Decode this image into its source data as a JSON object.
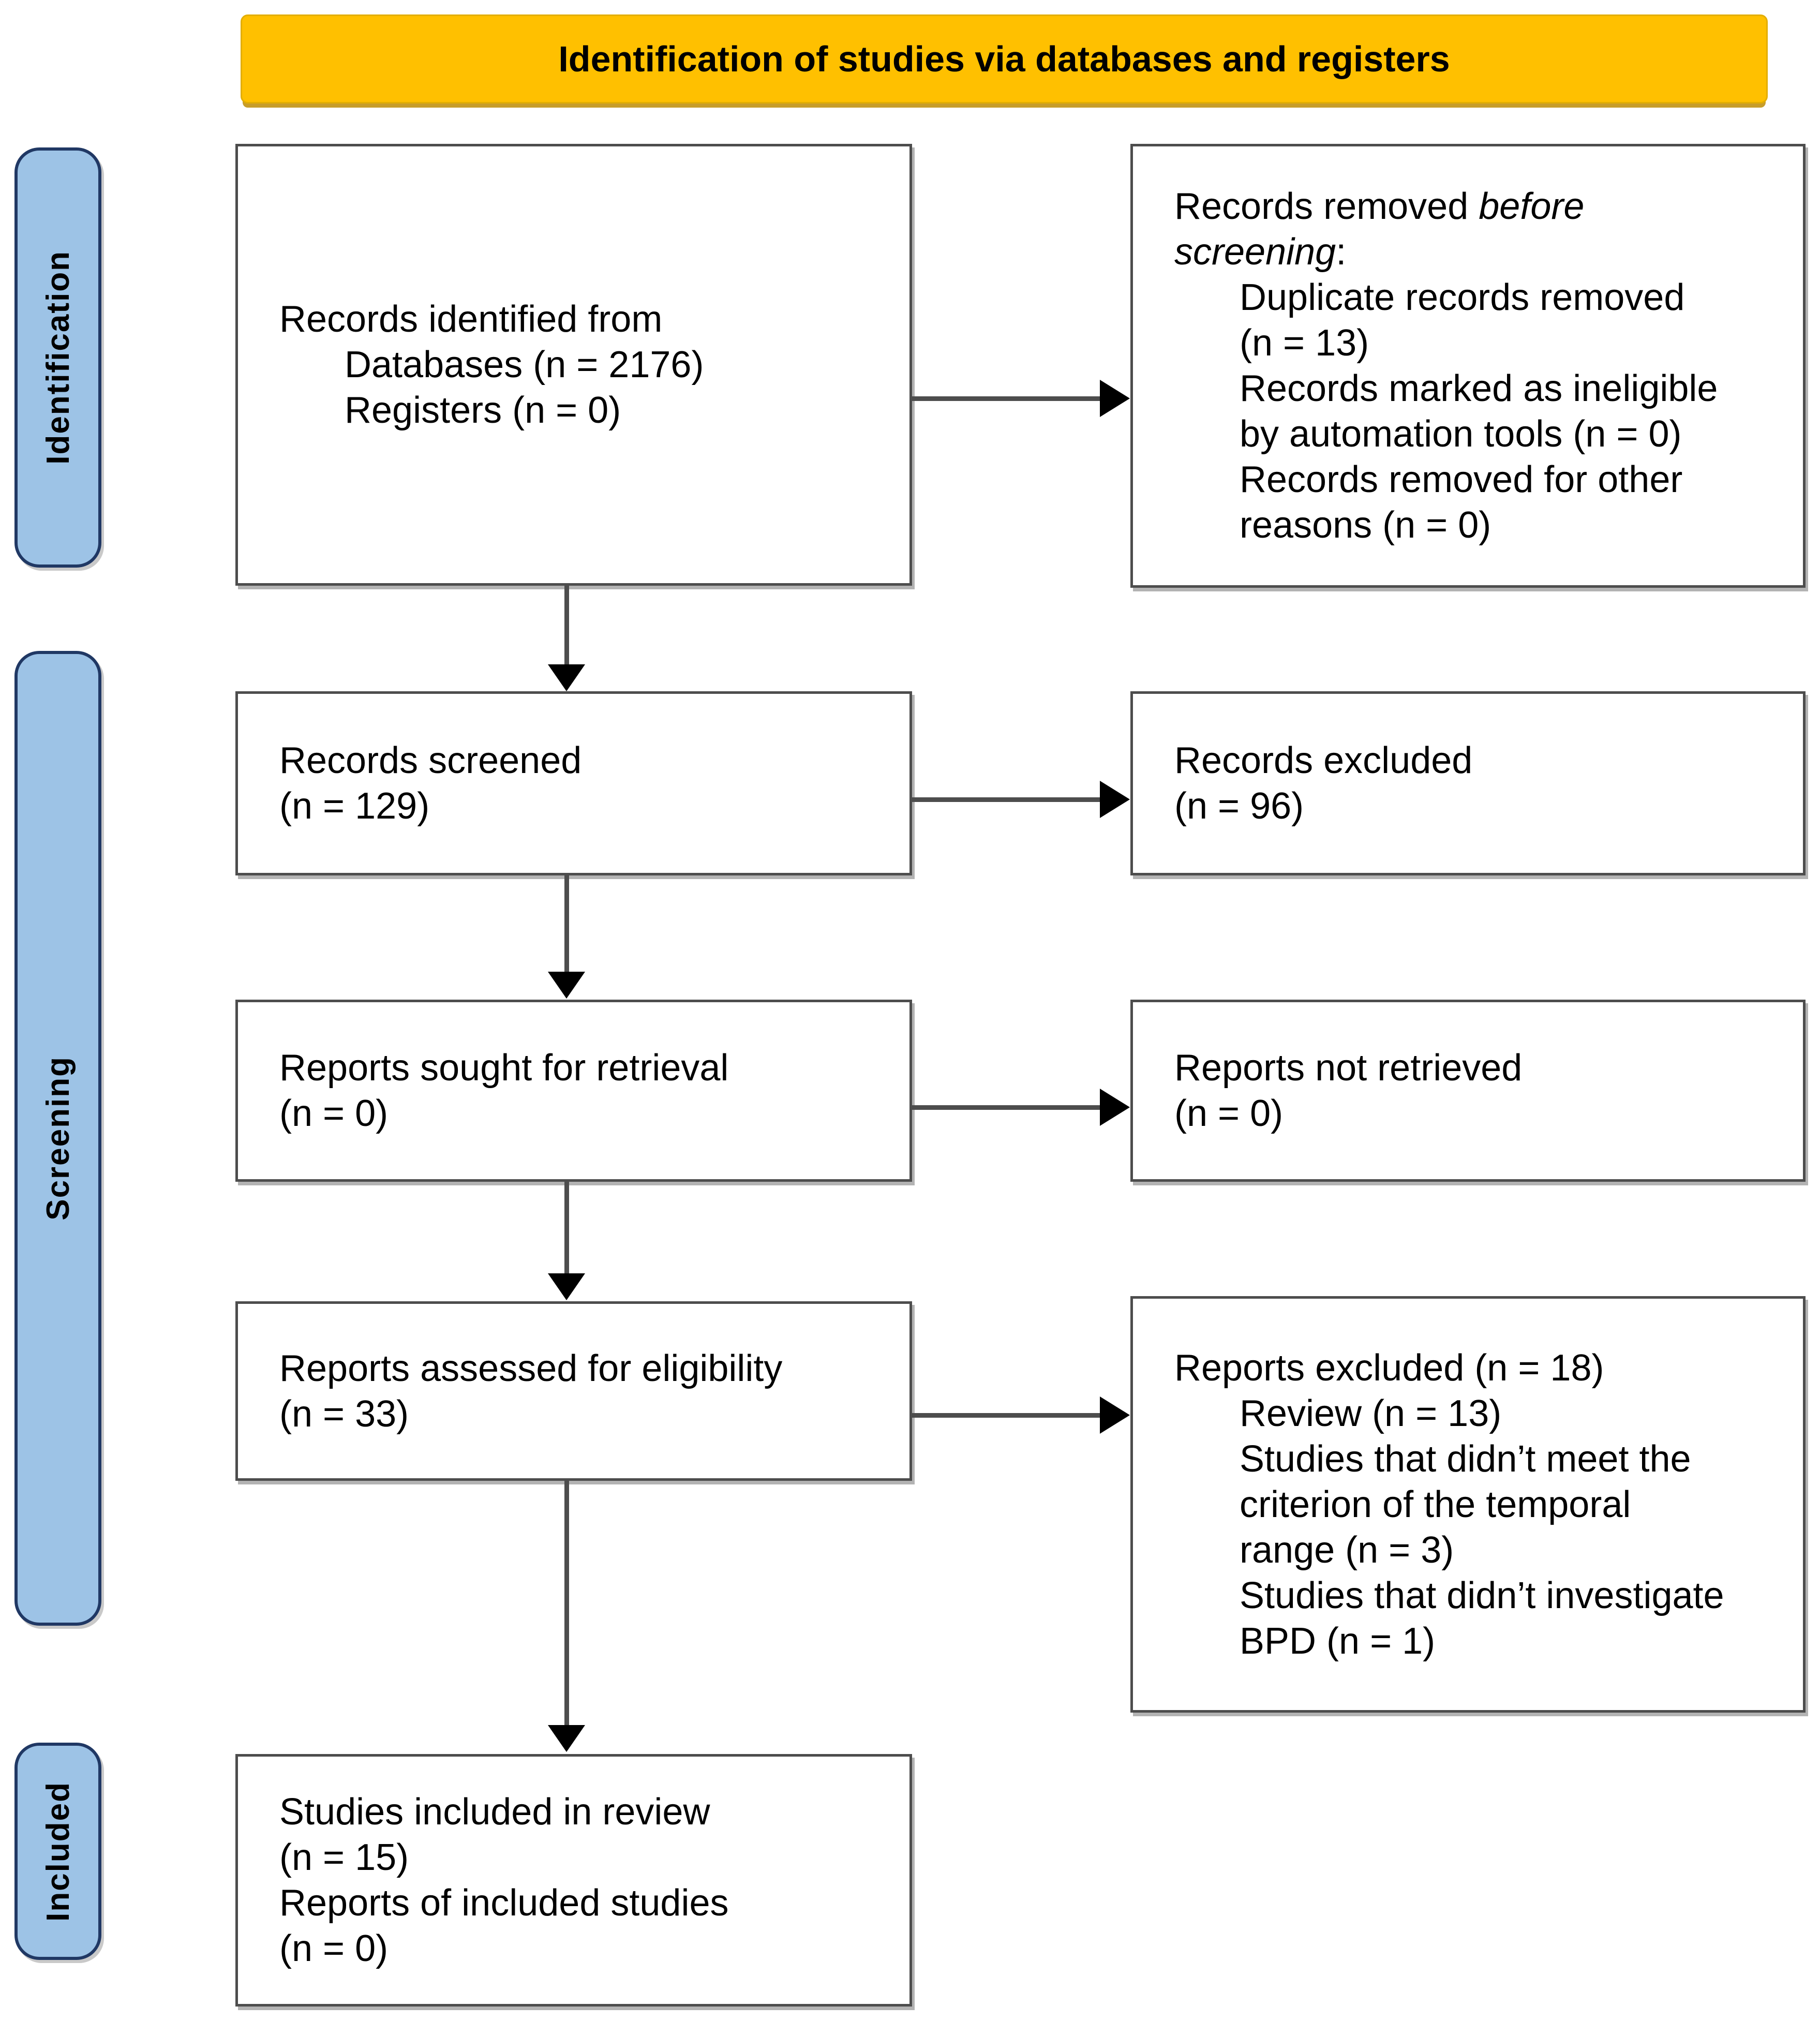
{
  "banner": {
    "title": "Identification of studies via databases and registers"
  },
  "sidebar": {
    "identification": "Identification",
    "screening": "Screening",
    "included": "Included"
  },
  "flow": {
    "identified": {
      "lines": [
        "Records identified from",
        "Databases (n = 2176)",
        "Registers (n = 0)"
      ]
    },
    "removed": {
      "head": [
        {
          "normal": "Records removed ",
          "italic": "before"
        },
        {
          "italic": "screening",
          "normal": ":"
        }
      ],
      "lines": [
        "Duplicate records removed",
        "(n = 13)",
        "Records marked as ineligible",
        "by automation tools (n = 0)",
        "Records removed for other",
        "reasons (n = 0)"
      ]
    },
    "screened": {
      "lines": [
        "Records screened",
        "(n = 129)"
      ]
    },
    "records_excluded": {
      "lines": [
        "Records excluded",
        "(n = 96)"
      ]
    },
    "sought": {
      "lines": [
        "Reports sought for retrieval",
        "(n = 0)"
      ]
    },
    "not_retrieved": {
      "lines": [
        "Reports not retrieved",
        "(n = 0)"
      ]
    },
    "assessed": {
      "lines": [
        "Reports assessed for eligibility",
        "(n = 33)"
      ]
    },
    "reports_excluded": {
      "head": "Reports excluded (n = 18)",
      "lines": [
        "Review (n = 13)",
        "Studies that didn’t meet the",
        "criterion of the temporal",
        "range (n = 3)",
        "Studies that didn’t investigate",
        "BPD (n = 1)"
      ]
    },
    "included_box": {
      "lines": [
        "Studies included in review",
        "(n = 15)",
        "Reports of included studies",
        "(n = 0)"
      ]
    }
  },
  "colors": {
    "banner_bg": "#FFC000",
    "banner_border": "#E3AE00",
    "sidebar_bg": "#9DC3E6",
    "sidebar_border": "#203864",
    "box_border": "#4D4D4D",
    "box_shadow": "#B3B3B3",
    "arrow_line": "#4D4D4D",
    "arrow_head": "#000000",
    "text": "#000000"
  }
}
